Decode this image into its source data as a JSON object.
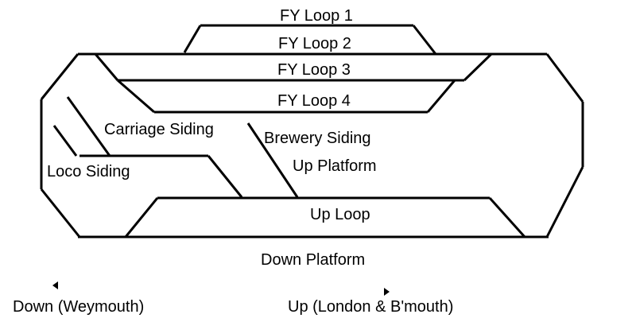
{
  "labels": {
    "fy_loop_1": "FY Loop 1",
    "fy_loop_2": "FY Loop 2",
    "fy_loop_3": "FY Loop 3",
    "fy_loop_4": "FY Loop 4",
    "carriage_siding": "Carriage Siding",
    "brewery_siding": "Brewery Siding",
    "loco_siding": "Loco Siding",
    "up_platform": "Up Platform",
    "up_loop": "Up Loop",
    "down_platform": "Down Platform",
    "down_direction": "Down (Weymouth)",
    "up_direction": "Up (London & B'mouth)"
  },
  "colors": {
    "track": "#000000",
    "background": "#ffffff"
  }
}
